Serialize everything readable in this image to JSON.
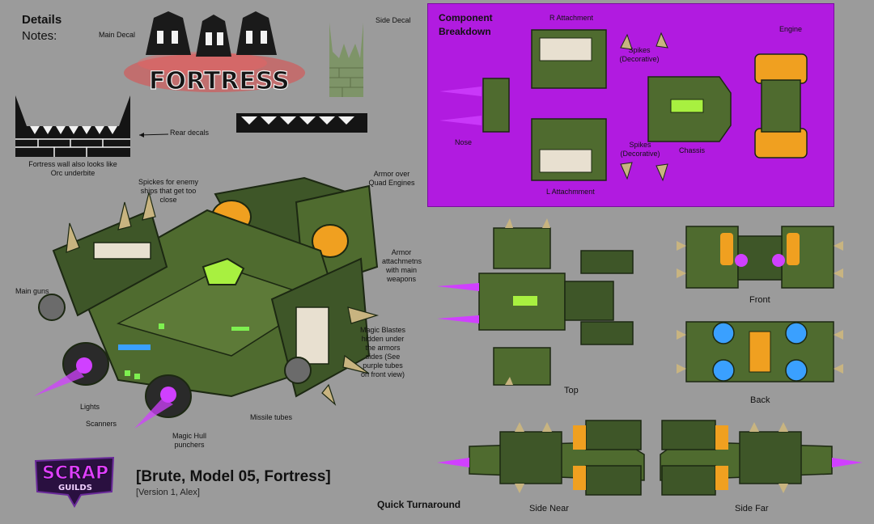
{
  "header": {
    "title": "Details",
    "notes_label": "Notes:"
  },
  "decals": {
    "main_decal": "Main Decal",
    "side_decal": "Side Decal",
    "logo_word": "FORTRESS",
    "rear_decals": "Rear decals",
    "wall_note": "Fortress wall also looks like Orc underbite"
  },
  "main_callouts": {
    "spikes": "Spickes for enemy ships that get too close",
    "armor_quad": "Armor over Quad Engines",
    "armor_attach": "Armor attachmetns with main weapons",
    "main_guns": "Main guns",
    "magic_blasts": "Magic Blastes hidden under the armors sides (See purple tubes on front view)",
    "lights": "Lights",
    "scanners": "Scanners",
    "magic_hull": "Magic Hull punchers",
    "missile_tubes": "Missile tubes"
  },
  "component_panel": {
    "title": "Component Breakdown",
    "r_attachment": "R Attachment",
    "l_attachment": "L Attachmment",
    "spikes_top": "Spikes (Decorative)",
    "spikes_bottom": "Spikes (Decorative)",
    "engine": "Engine",
    "nose": "Nose",
    "chassis": "Chassis",
    "bg_color": "#b11be0"
  },
  "views": {
    "top": "Top",
    "front": "Front",
    "back": "Back",
    "side_near": "Side Near",
    "side_far": "Side Far",
    "quick_turnaround": "Quick Turnaround"
  },
  "footer": {
    "logo_top": "SCRAP",
    "logo_bottom": "GUILDS",
    "model_title": "[Brute, Model 05, Fortress]",
    "version": "[Version 1, Alex]"
  },
  "colors": {
    "hull_green": "#4f6b2f",
    "hull_dark": "#2f4020",
    "accent_orange": "#f0a020",
    "glow_purple": "#d040ff",
    "glow_green": "#a8f040",
    "glow_blue": "#3aa0ff",
    "spike": "#c8b480"
  }
}
